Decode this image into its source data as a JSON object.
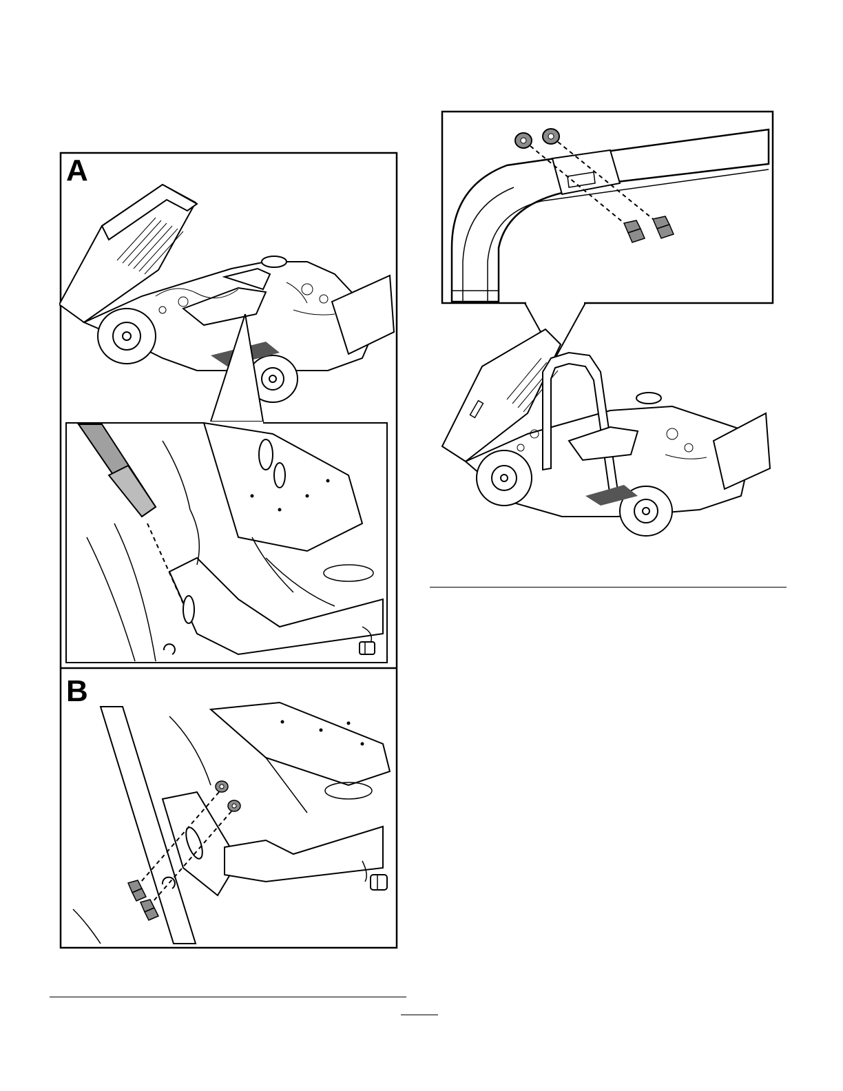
{
  "figure_left": {
    "panels": [
      {
        "id": "a",
        "letter": "A"
      },
      {
        "id": "b",
        "letter": "B"
      }
    ]
  },
  "figure_right": {
    "callout": "roll-bar-fasteners-detail"
  },
  "colors": {
    "line": "#000000",
    "part_fill": "#ffffff",
    "hardware_fill": "#8c8c8c",
    "tube_shade": "#a0a0a0"
  },
  "icons": [
    "bolt-icon",
    "washer-icon",
    "dashed-guide-line"
  ]
}
